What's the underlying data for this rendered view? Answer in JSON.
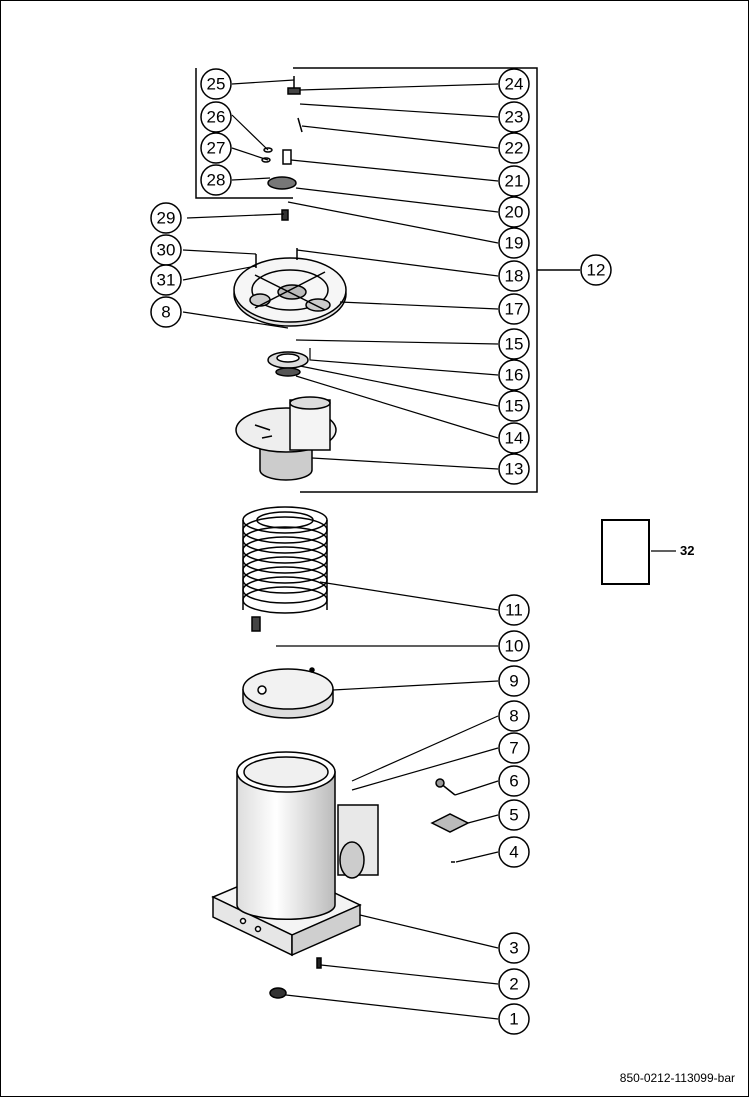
{
  "callouts": {
    "c1": "1",
    "c2": "2",
    "c3": "3",
    "c4": "4",
    "c5": "5",
    "c6": "6",
    "c7": "7",
    "c8": "8",
    "c8b": "8",
    "c9": "9",
    "c10": "10",
    "c11": "11",
    "c12": "12",
    "c13": "13",
    "c14": "14",
    "c15": "15",
    "c15b": "15",
    "c16": "16",
    "c17": "17",
    "c18": "18",
    "c19": "19",
    "c20": "20",
    "c21": "21",
    "c22": "22",
    "c23": "23",
    "c24": "24",
    "c25": "25",
    "c26": "26",
    "c27": "27",
    "c28": "28",
    "c29": "29",
    "c30": "30",
    "c31": "31"
  },
  "reference_label": "32",
  "drawing_number": "850-0212-113099-bar"
}
